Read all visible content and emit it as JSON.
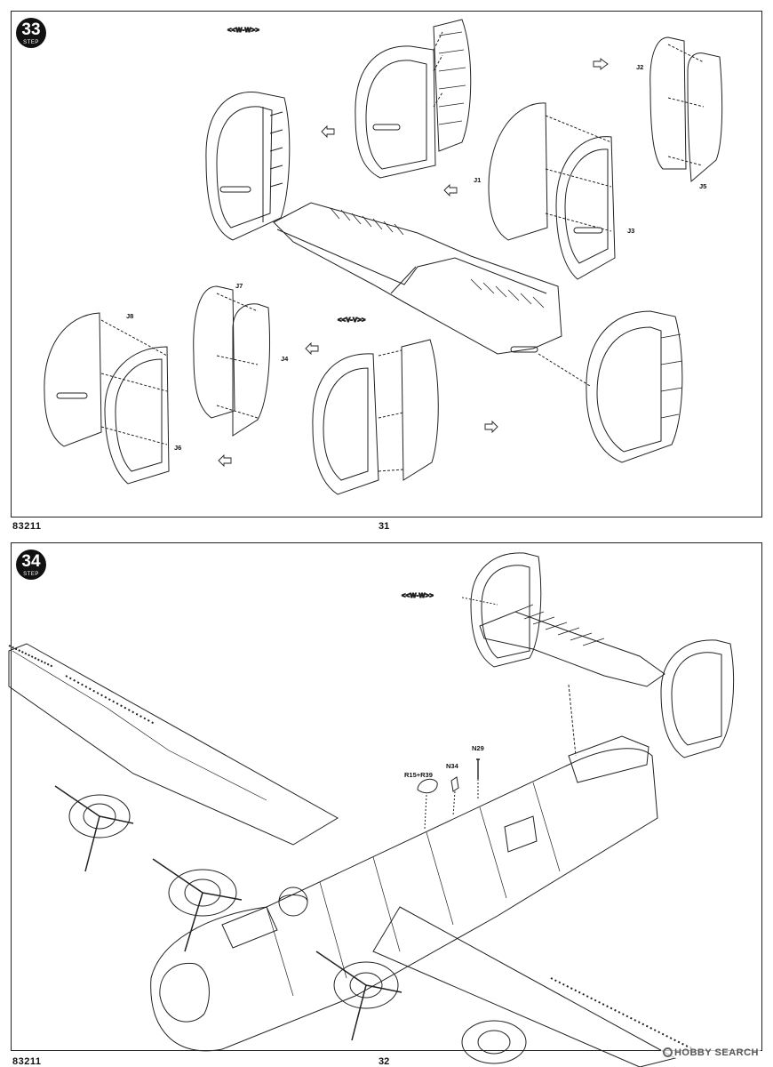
{
  "step33": {
    "number": "33",
    "step_word": "STEP",
    "page_number": "31",
    "product_code": "83211",
    "callouts": {
      "wing_view": "<<W-W>>",
      "stab_view": "<<V-V>>"
    },
    "part_labels": {
      "j1": "J1",
      "j2": "J2",
      "j3": "J3",
      "j4": "J4",
      "j5": "J5",
      "j6": "J6",
      "j7": "J7",
      "j8": "J8"
    }
  },
  "step34": {
    "number": "34",
    "step_word": "STEP",
    "page_number": "32",
    "product_code": "83211",
    "callouts": {
      "tail_view": "<<W-W>>"
    },
    "part_labels": {
      "r15_r39": "R15+R39",
      "n34": "N34",
      "n29": "N29"
    }
  },
  "watermark": {
    "text": "HOBBY SEARCH",
    "icon": "hobby-search-logo-icon"
  },
  "colors": {
    "line": "#222222",
    "background": "#ffffff",
    "badge": "#111111"
  }
}
